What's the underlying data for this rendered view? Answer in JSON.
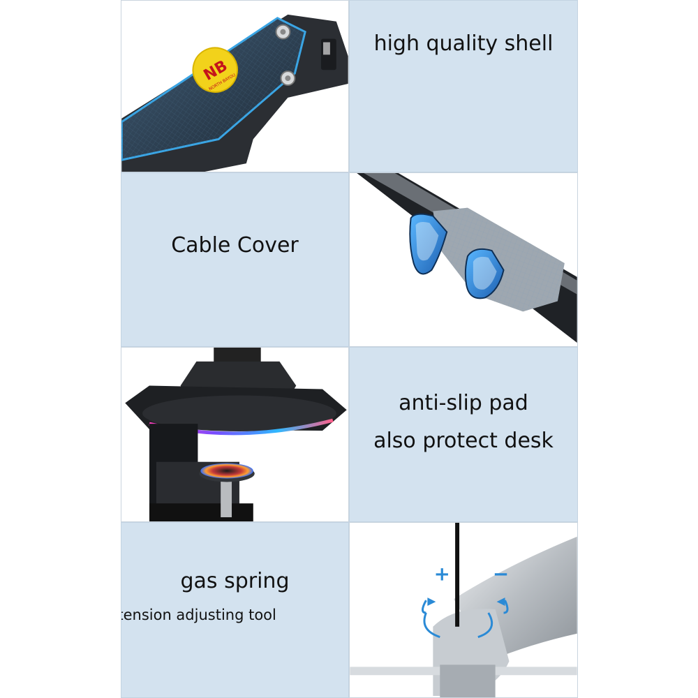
{
  "panels": {
    "shell": {
      "caption": "high quality shell"
    },
    "cable": {
      "caption": "Cable Cover"
    },
    "pad": {
      "line1": "anti-slip pad",
      "line2": "also protect desk"
    },
    "spring": {
      "line1": "gas spring",
      "line2": "with tension adjusting tool"
    }
  },
  "logo": {
    "text": "NB",
    "subtext": "NORTH BAYOU"
  },
  "tension_tool": {
    "plus": "+",
    "minus": "−"
  },
  "colors": {
    "panel_blue": "#d3e2ef",
    "accent_blue": "#2a8ad6",
    "arm_dark": "#2b2e33",
    "arm_silver": "#c9ccd0"
  }
}
